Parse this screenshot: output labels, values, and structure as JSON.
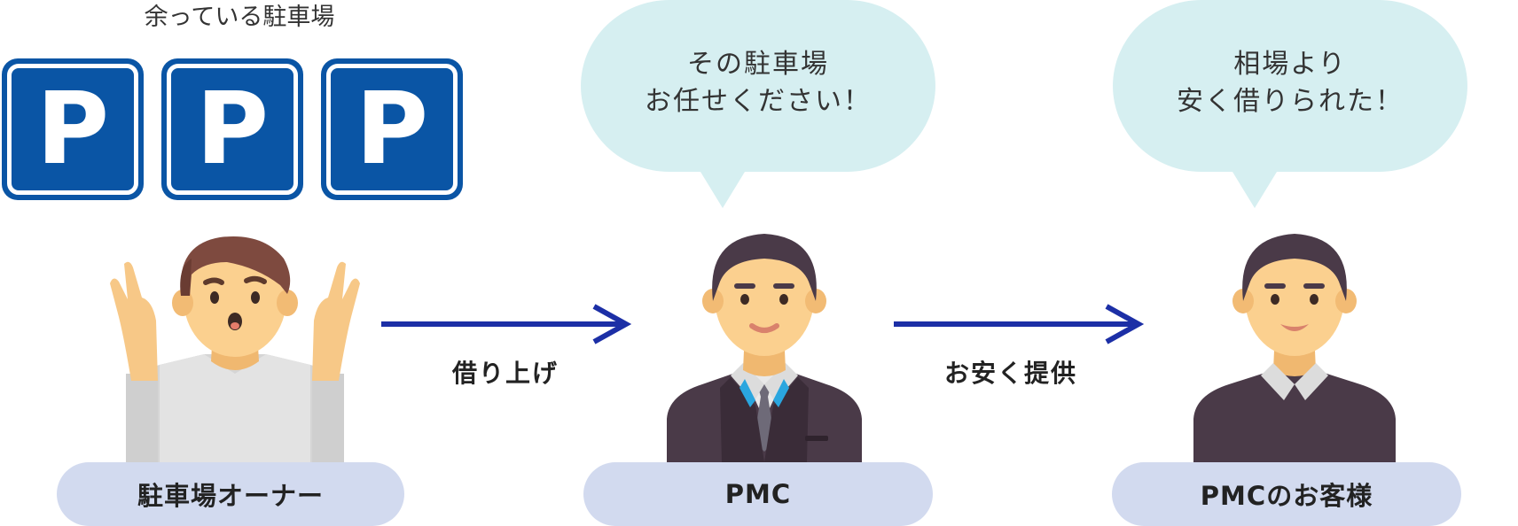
{
  "owner": {
    "caption": "余っている駐車場",
    "parking_signs": [
      "P",
      "P",
      "P"
    ],
    "label": "駐車場オーナー"
  },
  "pmc": {
    "bubble_line1": "その駐車場",
    "bubble_line2": "お任せください！",
    "label": "PMC"
  },
  "customer": {
    "bubble_line1": "相場より",
    "bubble_line2": "安く借りられた！",
    "label": "PMCのお客様"
  },
  "arrows": [
    {
      "label": "借り上げ"
    },
    {
      "label": "お安く提供"
    }
  ],
  "colors": {
    "parking_blue": "#0a55a5",
    "arrow_blue": "#1c2fa6",
    "bubble": "#d6eff1",
    "pill": "#d2daef"
  }
}
